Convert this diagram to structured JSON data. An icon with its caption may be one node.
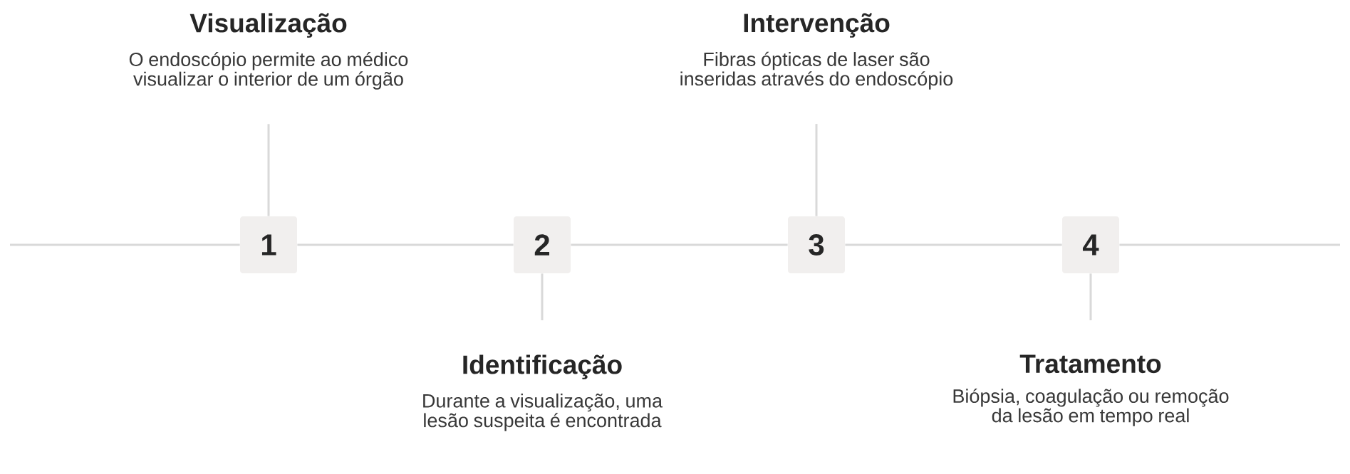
{
  "diagram": {
    "nodes": [
      {
        "text": [
          "Visualização",
          "O endoscópio permite ao médico visualizar o interior de um órgão"
        ]
      },
      {
        "text": [
          "Intervenção",
          "Fibras ópticas de laser são inseridas através do endoscópio"
        ]
      },
      {
        "text": [
          "1"
        ]
      },
      {
        "text": [
          "2"
        ]
      },
      {
        "text": [
          "3"
        ]
      },
      {
        "text": [
          "4"
        ]
      },
      {
        "text": [
          "Identificação",
          "Durante a visualização, uma lesão suspeita é encontrada"
        ]
      },
      {
        "text": [
          "Tratamento",
          "Biópsia, coagulação ou remoção da lesão em tempo real"
        ]
      }
    ],
    "edges": [
      {
        "from": null,
        "to": 2,
        "arrow": "none"
      },
      {
        "from": 2,
        "to": 3,
        "arrow": "none"
      },
      {
        "from": 3,
        "to": 4,
        "arrow": "none"
      },
      {
        "from": 4,
        "to": 5,
        "arrow": "none"
      },
      {
        "from": 5,
        "to": null,
        "arrow": "none"
      },
      {
        "from": 2,
        "to": 0,
        "arrow": "none"
      },
      {
        "from": 3,
        "to": 6,
        "arrow": "none"
      },
      {
        "from": 4,
        "to": 1,
        "arrow": "none"
      },
      {
        "from": 5,
        "to": 7,
        "arrow": "none"
      }
    ]
  }
}
